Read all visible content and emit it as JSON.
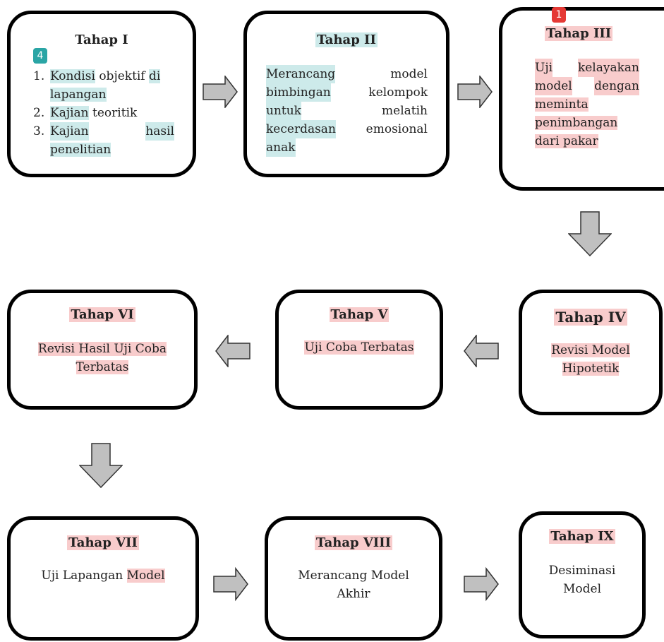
{
  "stages": {
    "s1": {
      "title": "Tahap I",
      "items": [
        {
          "num": "1.",
          "a": "Kondisi",
          "b": " objektif ",
          "c": "di",
          "line2": "lapangan"
        },
        {
          "num": "2.",
          "a": "Kajian",
          "b": " teoritik"
        },
        {
          "num": "3.",
          "a": "Kajian",
          "c": "hasil",
          "line2": "penelitian"
        }
      ]
    },
    "s2": {
      "title": "Tahap II",
      "lines": [
        [
          "Merancang",
          "model"
        ],
        [
          "bimbingan",
          "kelompok"
        ],
        [
          "untuk",
          "melatih"
        ],
        [
          "kecerdasan",
          "emosional"
        ],
        [
          "anak",
          ""
        ]
      ]
    },
    "s3": {
      "title": "Tahap III",
      "lines": [
        [
          "Uji",
          "kelayakan"
        ],
        [
          "model",
          "dengan"
        ],
        [
          "meminta",
          ""
        ],
        [
          "penimbangan",
          ""
        ],
        [
          "dari pakar",
          ""
        ]
      ]
    },
    "s4": {
      "title": "Tahap IV",
      "line1": "Revisi Model",
      "line2": "Hipotetik"
    },
    "s5": {
      "title": "Tahap V",
      "line1": "Uji Coba Terbatas"
    },
    "s6": {
      "title": "Tahap VI",
      "line1": "Revisi Hasil Uji Coba",
      "line2": "Terbatas"
    },
    "s7": {
      "title": "Tahap VII",
      "line1a": "Uji Lapangan ",
      "line1b": "Model"
    },
    "s8": {
      "title": "Tahap VIII",
      "line1": "Merancang Model",
      "line2": "Akhir"
    },
    "s9": {
      "title": "Tahap IX",
      "line1": "Desiminasi",
      "line2": "Model"
    }
  },
  "badges": {
    "b1": "1",
    "b4": "4"
  },
  "colors": {
    "teal_highlight": "#cdeaea",
    "pink_highlight": "#f8cccc",
    "arrow_fill": "#c0c0c0",
    "badge_red": "#e53935",
    "badge_teal": "#2aa5a5"
  }
}
